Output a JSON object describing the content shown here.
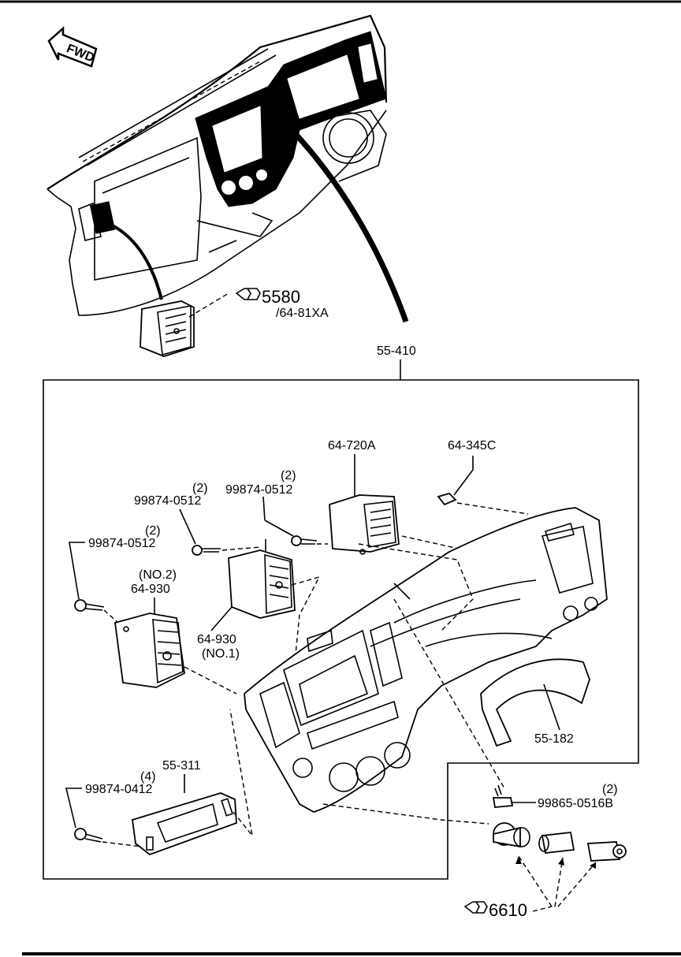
{
  "direction_label": "FWD",
  "refs": {
    "ref_5580": "5580",
    "ref_6610": "6610"
  },
  "labels": {
    "l_64_81xa": "/64-81XA",
    "l_55_410": "55-410",
    "l_64_720a": "64-720A",
    "l_64_345c": "64-345C",
    "q_2a": "(2)",
    "l_99874_0512_a": "99874-0512",
    "q_2b": "(2)",
    "l_99874_0512_b": "99874-0512",
    "q_2c": "(2)",
    "l_99874_0512_c": "99874-0512",
    "no2": "(NO.2)",
    "l_64_930_top": "64-930",
    "l_64_930_bottom": "64-930",
    "no1": "(NO.1)",
    "l_55_182": "55-182",
    "l_55_311": "55-311",
    "q_4": "(4)",
    "l_99874_0412": "99874-0412",
    "q_2d": "(2)",
    "l_99865_0516b": "99865-0516B"
  }
}
